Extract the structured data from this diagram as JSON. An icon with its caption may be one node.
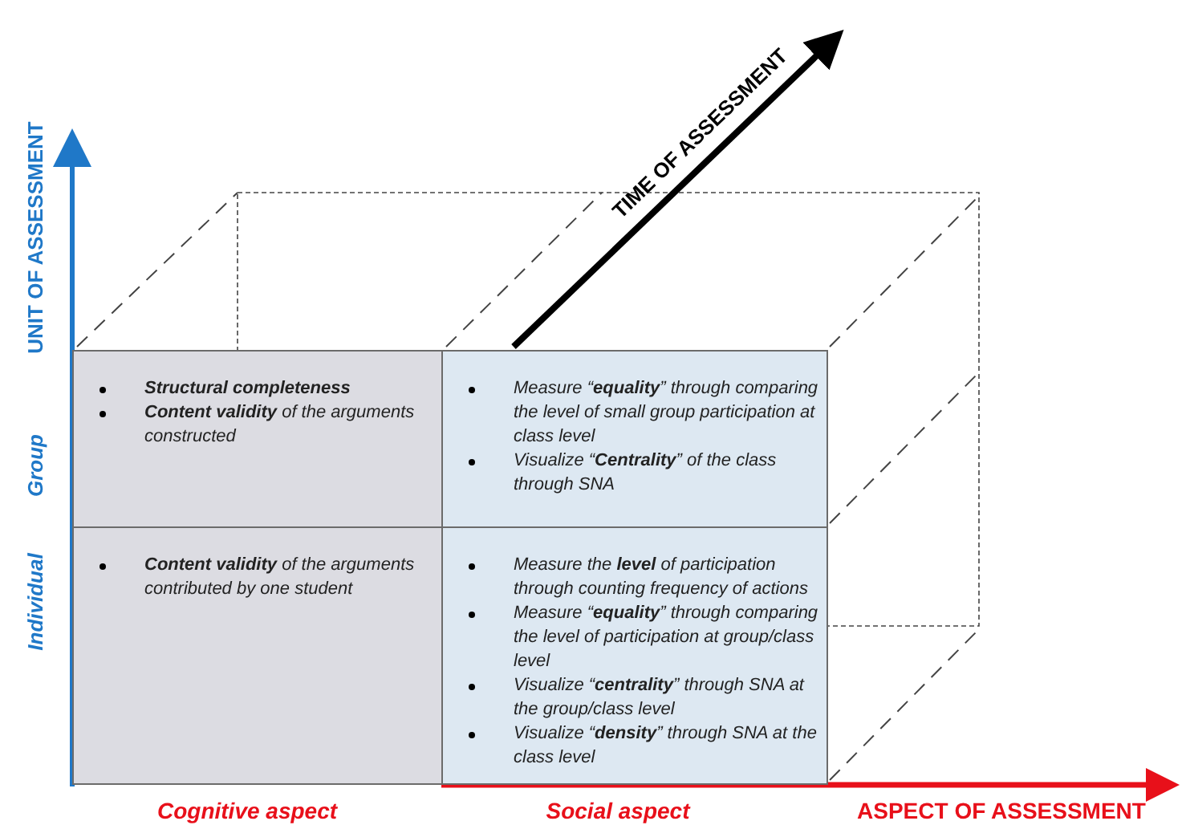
{
  "diagram": {
    "nodes": [
      {
        "text": [
          "**Structural completeness**",
          "**Content validity** of the arguments constructed"
        ]
      },
      {
        "text": [
          "Measure “**equality**” through comparing the level of small group participation at class level",
          "Visualize “**Centrality**” of the class through SNA"
        ]
      },
      {
        "text": [
          "**Content validity** of the arguments contributed by one student"
        ]
      },
      {
        "text": [
          "Measure the **level** of participation through counting frequency of actions",
          "Measure “**equality**” through comparing the level of participation at group/class level",
          "Visualize “**centrality**” through SNA at the group/class level",
          "Visualize “**density**” through SNA at the class level"
        ]
      }
    ],
    "labels": [
      "UNIT OF ASSESSMENT",
      "TIME OF ASSESSMENT",
      "Group",
      "Individual",
      "Cognitive aspect",
      "Social aspect",
      "ASPECT OF ASSESSMENT"
    ]
  }
}
